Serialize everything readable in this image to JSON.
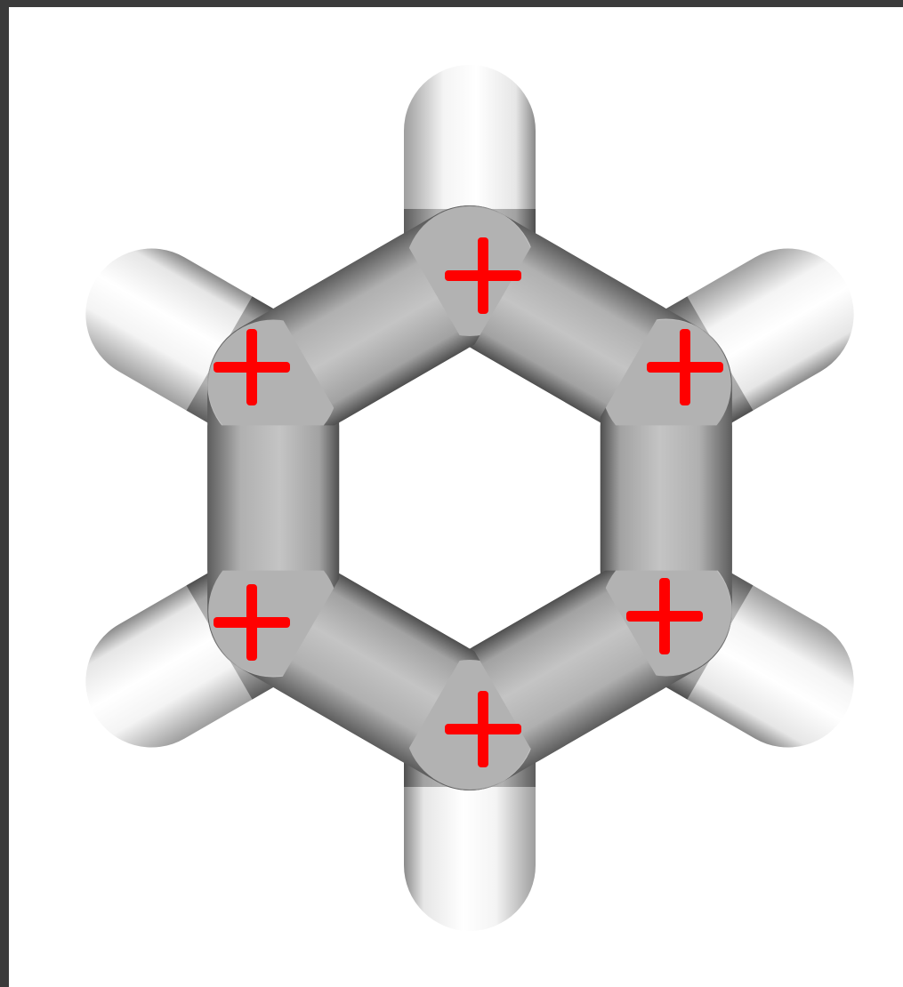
{
  "colors": {
    "frame": "#3b3b3b",
    "background": "#ffffff",
    "carbon": "#b4b4b4",
    "hydrogen": "#ffffff",
    "charge_marker": "#ff0000"
  },
  "atoms": [
    {
      "element": "carbon",
      "charge": "+"
    },
    {
      "element": "carbon",
      "charge": "+"
    },
    {
      "element": "carbon",
      "charge": "+"
    },
    {
      "element": "carbon",
      "charge": "+"
    },
    {
      "element": "carbon",
      "charge": "+"
    },
    {
      "element": "carbon",
      "charge": "+"
    }
  ],
  "hydrogens": 6,
  "bonds": 12
}
